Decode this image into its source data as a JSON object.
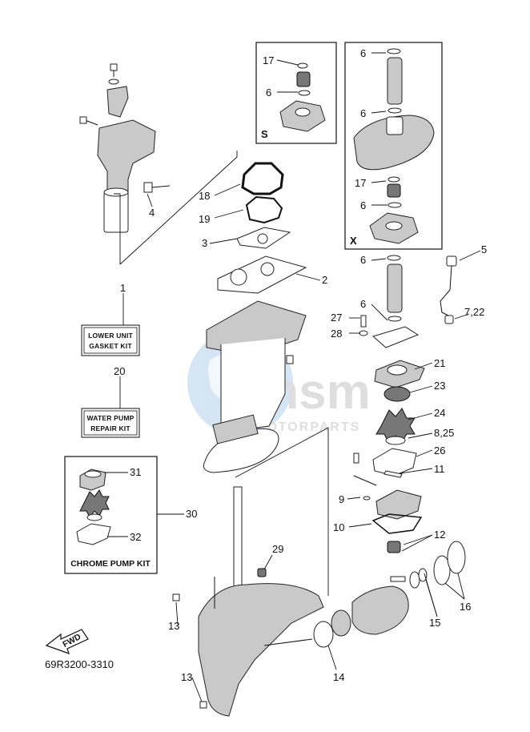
{
  "diagram_code": "69R3200-3310",
  "watermark": {
    "brand": "msm",
    "sub": "MOTORPARTS"
  },
  "kits": {
    "lower_unit_gasket_kit": [
      "LOWER UNIT",
      "GASKET KIT"
    ],
    "water_pump_repair_kit": [
      "WATER PUMP",
      "REPAIR KIT"
    ],
    "chrome_pump_kit": "CHROME PUMP KIT"
  },
  "inset_labels": {
    "s": "S",
    "x": "X"
  },
  "fwd_label": "FWD",
  "callouts": {
    "c1": "1",
    "c2": "2",
    "c3": "3",
    "c4": "4",
    "c5": "5",
    "c6a": "6",
    "c6b": "6",
    "c6c": "6",
    "c6d": "6",
    "c6e": "6",
    "c6f": "6",
    "c7_22": "7,22",
    "c8_25": "8,25",
    "c9": "9",
    "c10": "10",
    "c11": "11",
    "c12": "12",
    "c13a": "13",
    "c13b": "13",
    "c14": "14",
    "c15": "15",
    "c16": "16",
    "c17a": "17",
    "c17b": "17",
    "c18": "18",
    "c19": "19",
    "c20": "20",
    "c21": "21",
    "c23": "23",
    "c24": "24",
    "c26": "26",
    "c27": "27",
    "c28": "28",
    "c29": "29",
    "c30": "30",
    "c31": "31",
    "c32": "32"
  }
}
